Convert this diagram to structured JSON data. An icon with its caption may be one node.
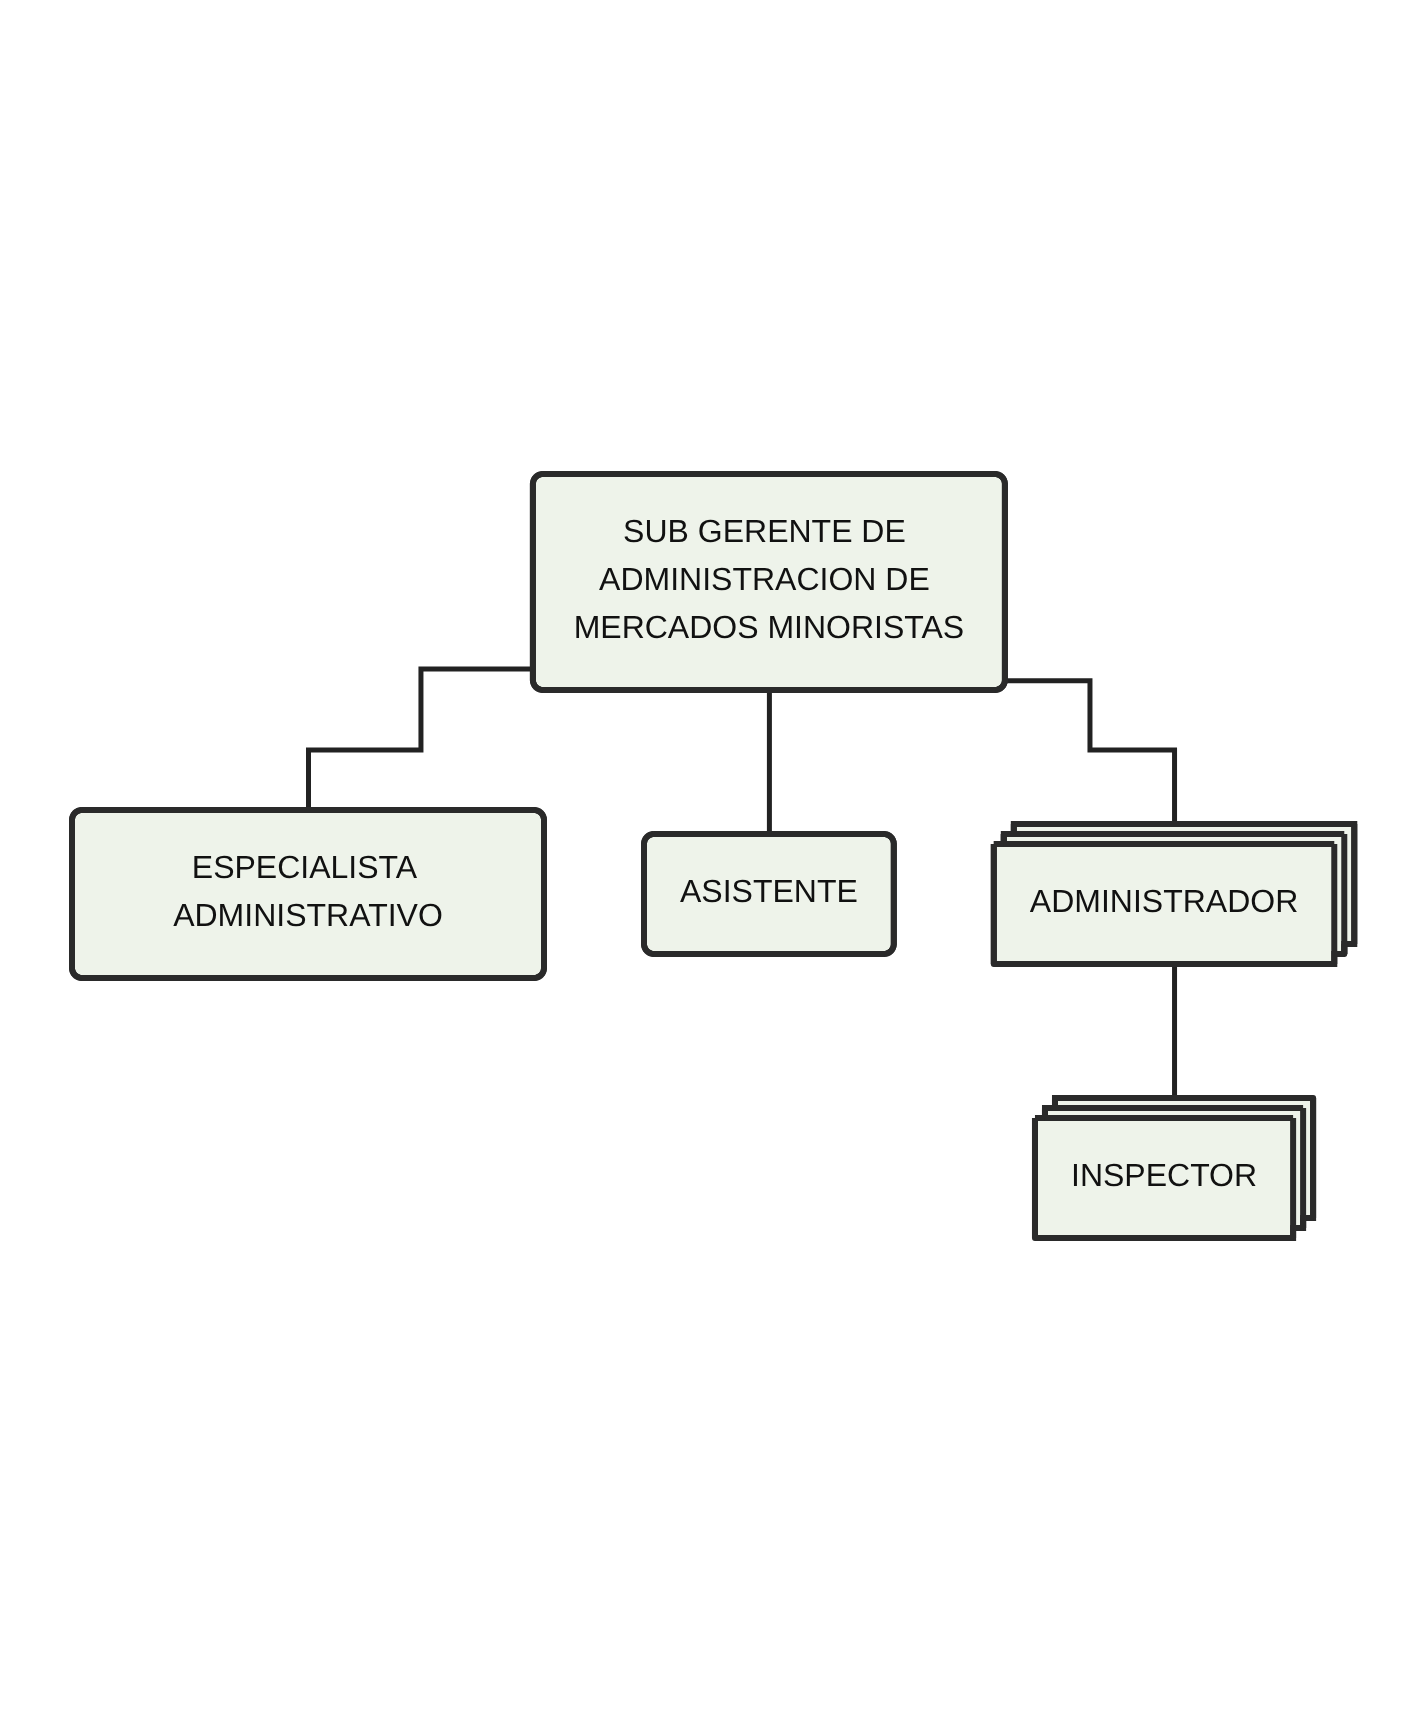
{
  "diagram": {
    "nodes": [
      {
        "text": [
          "SUB GERENTE DE ADMINISTRACION DE MERCADOS MINORISTAS"
        ]
      },
      {
        "text": [
          "ESPECIALISTA ADMINISTRATIVO"
        ]
      },
      {
        "text": [
          "ASISTENTE"
        ]
      },
      {
        "text": [
          "ADMINISTRADOR"
        ]
      },
      {
        "text": [
          "INSPECTOR"
        ]
      }
    ],
    "edges": [
      {
        "from": 0,
        "to": 1,
        "arrow": "none"
      },
      {
        "from": 0,
        "to": 2,
        "arrow": "none"
      },
      {
        "from": 0,
        "to": 3,
        "arrow": "none"
      },
      {
        "from": 3,
        "to": 4,
        "arrow": "none"
      }
    ]
  }
}
